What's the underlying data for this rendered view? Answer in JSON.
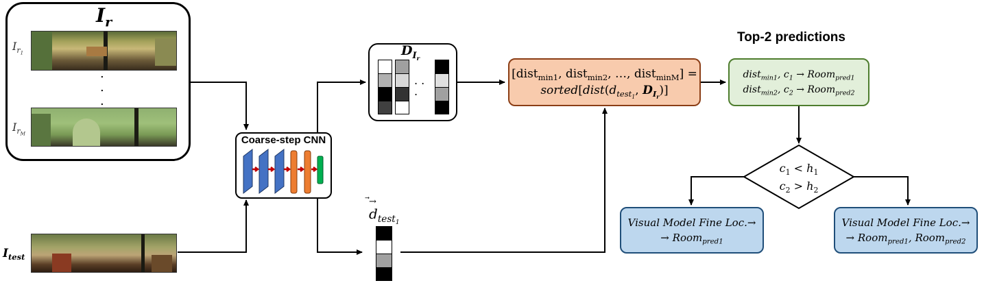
{
  "title": "Top-2 predictions",
  "ref_set": {
    "heading": "I",
    "heading_sub": "r",
    "first_label": "I",
    "first_label_sub": "r",
    "first_label_subsub": "1",
    "last_label": "I",
    "last_label_sub": "r",
    "last_label_subsub": "M"
  },
  "test_image": {
    "label": "I",
    "label_sub": "test"
  },
  "cnn": {
    "label": "Coarse-step CNN"
  },
  "descriptor_set": {
    "label": "D",
    "label_sub": "I",
    "label_subsub": "r"
  },
  "test_descriptor": {
    "label": "d",
    "label_sub": "test",
    "label_subsub": "1"
  },
  "distance_box": {
    "line1_open": "[",
    "dist_text": "dist",
    "min1": "min1",
    "min2": "min2",
    "minM": "minM",
    "separator": ", ",
    "ellipsis": "…",
    "line1_close": "] =",
    "sorted": "sorted",
    "dist_fn": "dist",
    "d_vec": "d",
    "d_sub": "test",
    "d_subsub": "1",
    "D_label": "D",
    "D_sub": "I",
    "D_subsub": "r"
  },
  "predictions_box": {
    "dist_text": "dist",
    "min1": "min1",
    "min2": "min2",
    "c1": "c",
    "c1_sub": "1",
    "c2": "c",
    "c2_sub": "2",
    "arrow": "→",
    "room": "Room",
    "pred1": "pred1",
    "pred2": "pred2"
  },
  "decision": {
    "c1": "c",
    "c1_sub": "1",
    "lt": "<",
    "h1": "h",
    "h1_sub": "1",
    "c2": "c",
    "c2_sub": "2",
    "gt": ">",
    "h2": "h",
    "h2_sub": "2"
  },
  "left_outcome": {
    "line1": "Visual Model Fine Loc.",
    "arrow": "→",
    "room": "Room",
    "pred": "pred1"
  },
  "right_outcome": {
    "line1": "Visual Model Fine Loc.",
    "arrow": "→",
    "room": "Room",
    "pred1": "pred1",
    "pred2": "pred2"
  },
  "colors": {
    "distance_fill": "#f8cbad",
    "distance_border": "#8b3e16",
    "predictions_fill": "#e2efda",
    "predictions_border": "#4e7d2e",
    "outcome_fill": "#bdd7ee",
    "outcome_border": "#1f4e79",
    "cnn_conv": "#4472c4",
    "cnn_fc": "#ed7d31",
    "cnn_out": "#00b050",
    "cnn_arrow": "#c00000"
  }
}
